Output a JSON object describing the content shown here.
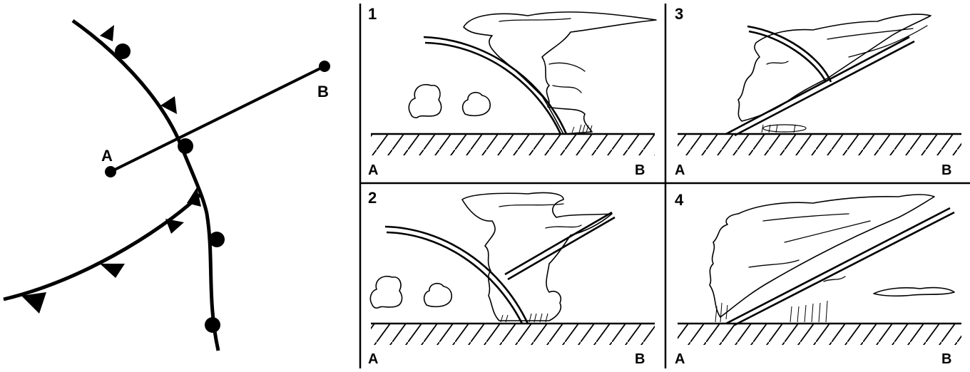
{
  "map": {
    "point_a_label": "A",
    "point_b_label": "B",
    "front_types": [
      "occluded",
      "cold",
      "warm"
    ]
  },
  "panels": [
    {
      "number": "1",
      "left_label": "A",
      "right_label": "B"
    },
    {
      "number": "2",
      "left_label": "A",
      "right_label": "B"
    },
    {
      "number": "3",
      "left_label": "A",
      "right_label": "B"
    },
    {
      "number": "4",
      "left_label": "A",
      "right_label": "B"
    }
  ]
}
